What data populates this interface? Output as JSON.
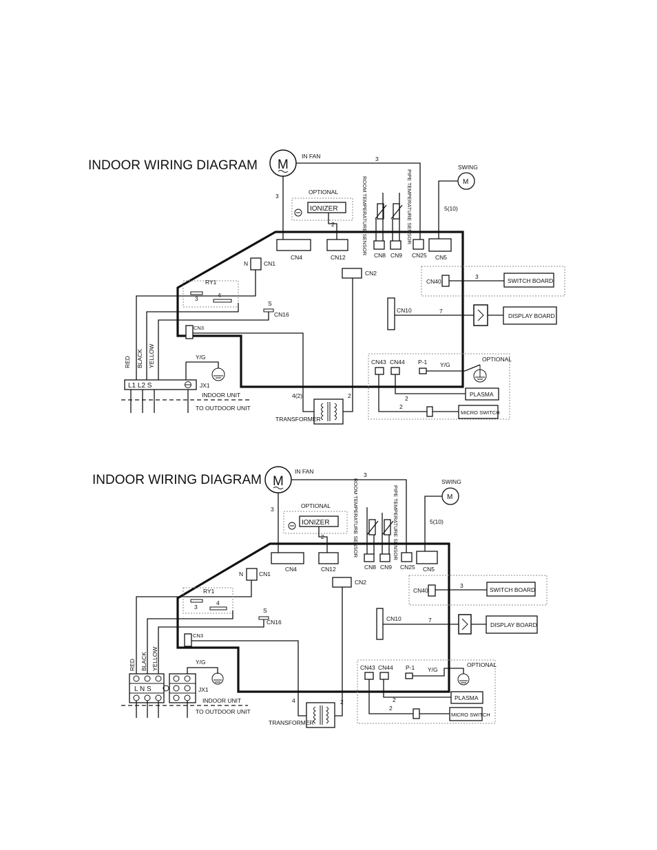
{
  "diagrams": [
    {
      "title": "INDOOR WIRING DIAGRAM",
      "motor_symbol": "M",
      "fan_label": "IN FAN",
      "swing_label": "SWING",
      "optional_label": "OPTIONAL",
      "ionizer_label": "IONIZER",
      "room_sensor_label": "ROOM TEMPERATURE SENSOR",
      "pipe_sensor_label": "PIPE TEMPERATURE SENSOR",
      "wire_counts": {
        "fan_top": "3",
        "fan_left": "3",
        "ionizer": "2",
        "swing": "5(10)",
        "switch": "3",
        "display": "7",
        "transformer_left": "4(2)",
        "transformer_right": "2",
        "plasma": "2",
        "micro": "2"
      },
      "connectors": {
        "cn4": "CN4",
        "cn12": "CN12",
        "cn8": "CN8",
        "cn9": "CN9",
        "cn25": "CN25",
        "cn5": "CN5",
        "cn1": "CN1",
        "cn2": "CN2",
        "cn40": "CN40",
        "cn10": "CN10",
        "cn16": "CN16",
        "cn3": "CN3",
        "cn43": "CN43",
        "cn44": "CN44",
        "p1": "P-1"
      },
      "cn1_prefix": "N",
      "relay_label": "RY1",
      "relay_pins": [
        "3",
        "4"
      ],
      "s_label": "S",
      "switch_board": "SWITCH BOARD",
      "display_board": "DISPLAY BOARD",
      "yg_label": "Y/G",
      "optional_label_2": "OPTIONAL",
      "plasma": "PLASMA",
      "micro_switch": "MICRO SWITCH",
      "wire_colors": [
        "RED",
        "BLACK",
        "YELLOW"
      ],
      "terminal_text": "L1  L2  S",
      "jx1": "JX1",
      "indoor_unit": "INDOOR UNIT",
      "to_outdoor_unit": "TO OUTDOOR UNIT",
      "transformer": "TRANSFORMER"
    },
    {
      "title": "INDOOR WIRING DIAGRAM",
      "motor_symbol": "M",
      "fan_label": "IN FAN",
      "swing_label": "SWING",
      "optional_label": "OPTIONAL",
      "ionizer_label": "IONIZER",
      "room_sensor_label": "ROOM TEMPERATURE SENSOR",
      "pipe_sensor_label": "PIPE TEMPERATURE SENSOR",
      "wire_counts": {
        "fan_top": "3",
        "fan_left": "3",
        "ionizer": "2",
        "swing": "5(10)",
        "switch": "3",
        "display": "7",
        "transformer_left": "4",
        "transformer_right": "2",
        "plasma": "2",
        "micro": "2"
      },
      "connectors": {
        "cn4": "CN4",
        "cn12": "CN12",
        "cn8": "CN8",
        "cn9": "CN9",
        "cn25": "CN25",
        "cn5": "CN5",
        "cn1": "CN1",
        "cn2": "CN2",
        "cn40": "CN40",
        "cn10": "CN10",
        "cn16": "CN16",
        "cn3": "CN3",
        "cn43": "CN43",
        "cn44": "CN44",
        "p1": "P-1"
      },
      "cn1_prefix": "N",
      "relay_label": "RY1",
      "relay_pins": [
        "3",
        "4"
      ],
      "s_label": "S",
      "switch_board": "SWITCH BOARD",
      "display_board": "DISPLAY BOARD",
      "yg_label": "Y/G",
      "optional_label_2": "OPTIONAL",
      "plasma": "PLASMA",
      "micro_switch": "MICRO SWITCH",
      "wire_colors": [
        "RED",
        "BLACK",
        "YELLOW"
      ],
      "terminal_text": "L   N   S",
      "jx1": "JX1",
      "indoor_unit": "INDOOR UNIT",
      "to_outdoor_unit": "TO OUTDOOR UNIT",
      "transformer": "TRANSFORMER"
    }
  ]
}
